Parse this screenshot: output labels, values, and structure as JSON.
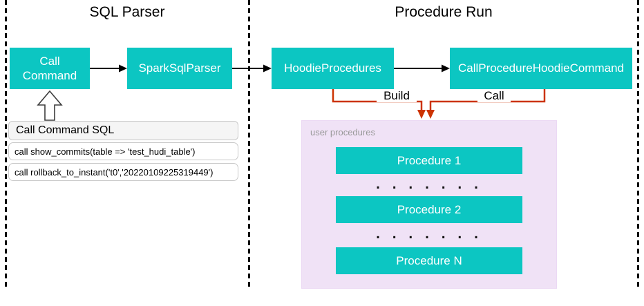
{
  "sections": {
    "left_title": "SQL Parser",
    "right_title": "Procedure Run"
  },
  "nodes": {
    "call_command_line1": "Call",
    "call_command_line2": "Command",
    "spark_sql_parser": "SparkSqlParser",
    "hoodie_procedures": "HoodieProcedures",
    "call_procedure_hoodie_command": "CallProcedureHoodieCommand"
  },
  "edge_labels": {
    "build": "Build",
    "call": "Call"
  },
  "sql_panel": {
    "title": "Call Command SQL",
    "rows": [
      "call show_commits(table => 'test_hudi_table')",
      "call rollback_to_instant('t0','20220109225319449')"
    ]
  },
  "user_procedures": {
    "label": "user procedures",
    "items": [
      "Procedure 1",
      "Procedure 2",
      "Procedure N"
    ],
    "dots": ". . . . . . ."
  },
  "colors": {
    "node_teal": "#0cc6c2",
    "connector_red": "#cc3302",
    "container_purple": "#f0e2f6",
    "panel_header_bg": "#f5f5f5",
    "panel_border": "#c9c9c9",
    "label_gray": "#999999",
    "arrow_black": "#000000"
  }
}
